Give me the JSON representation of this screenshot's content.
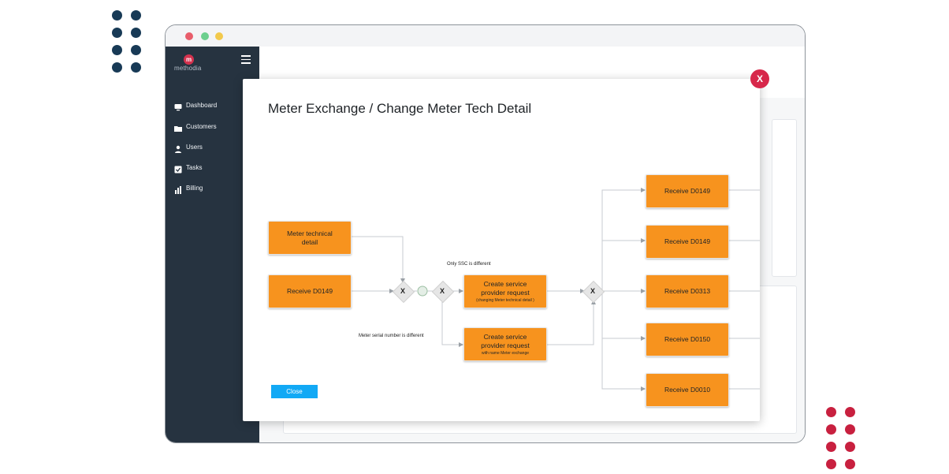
{
  "window": {
    "colors": {
      "traffic_red": "#e85d6b",
      "traffic_green": "#6ccf8e",
      "traffic_yellow": "#f2c94c"
    }
  },
  "sidebar": {
    "logo_text": "methodia",
    "logo_mark": "m",
    "items": [
      {
        "label": "Dashboard",
        "icon": "monitor-icon"
      },
      {
        "label": "Customers",
        "icon": "folder-icon"
      },
      {
        "label": "Users",
        "icon": "user-icon"
      },
      {
        "label": "Tasks",
        "icon": "checkbox-icon"
      },
      {
        "label": "Billing",
        "icon": "bar-chart-icon"
      }
    ]
  },
  "modal": {
    "title": "Meter Exchange / Change Meter Tech Detail",
    "close_x": "X",
    "close_button": "Close",
    "accent_color": "#f7931e",
    "close_button_color": "#12a9f5"
  },
  "flow": {
    "source_1": "Meter technical detail",
    "source_2": "Receive D0149",
    "gateway_labels": [
      "X",
      "X",
      "X"
    ],
    "note_top": "Only SSC is different",
    "note_bottom": "Meter serial number is different",
    "task_1": {
      "title": "Create service provider request",
      "sub": "(changing Meter technical detail )"
    },
    "task_2": {
      "title": "Create service provider request",
      "sub": "with name Meter exchange"
    },
    "targets": [
      "Receive D0149",
      "Receive D0149",
      "Receive D0313",
      "Receive D0150",
      "Receive D0010"
    ]
  }
}
